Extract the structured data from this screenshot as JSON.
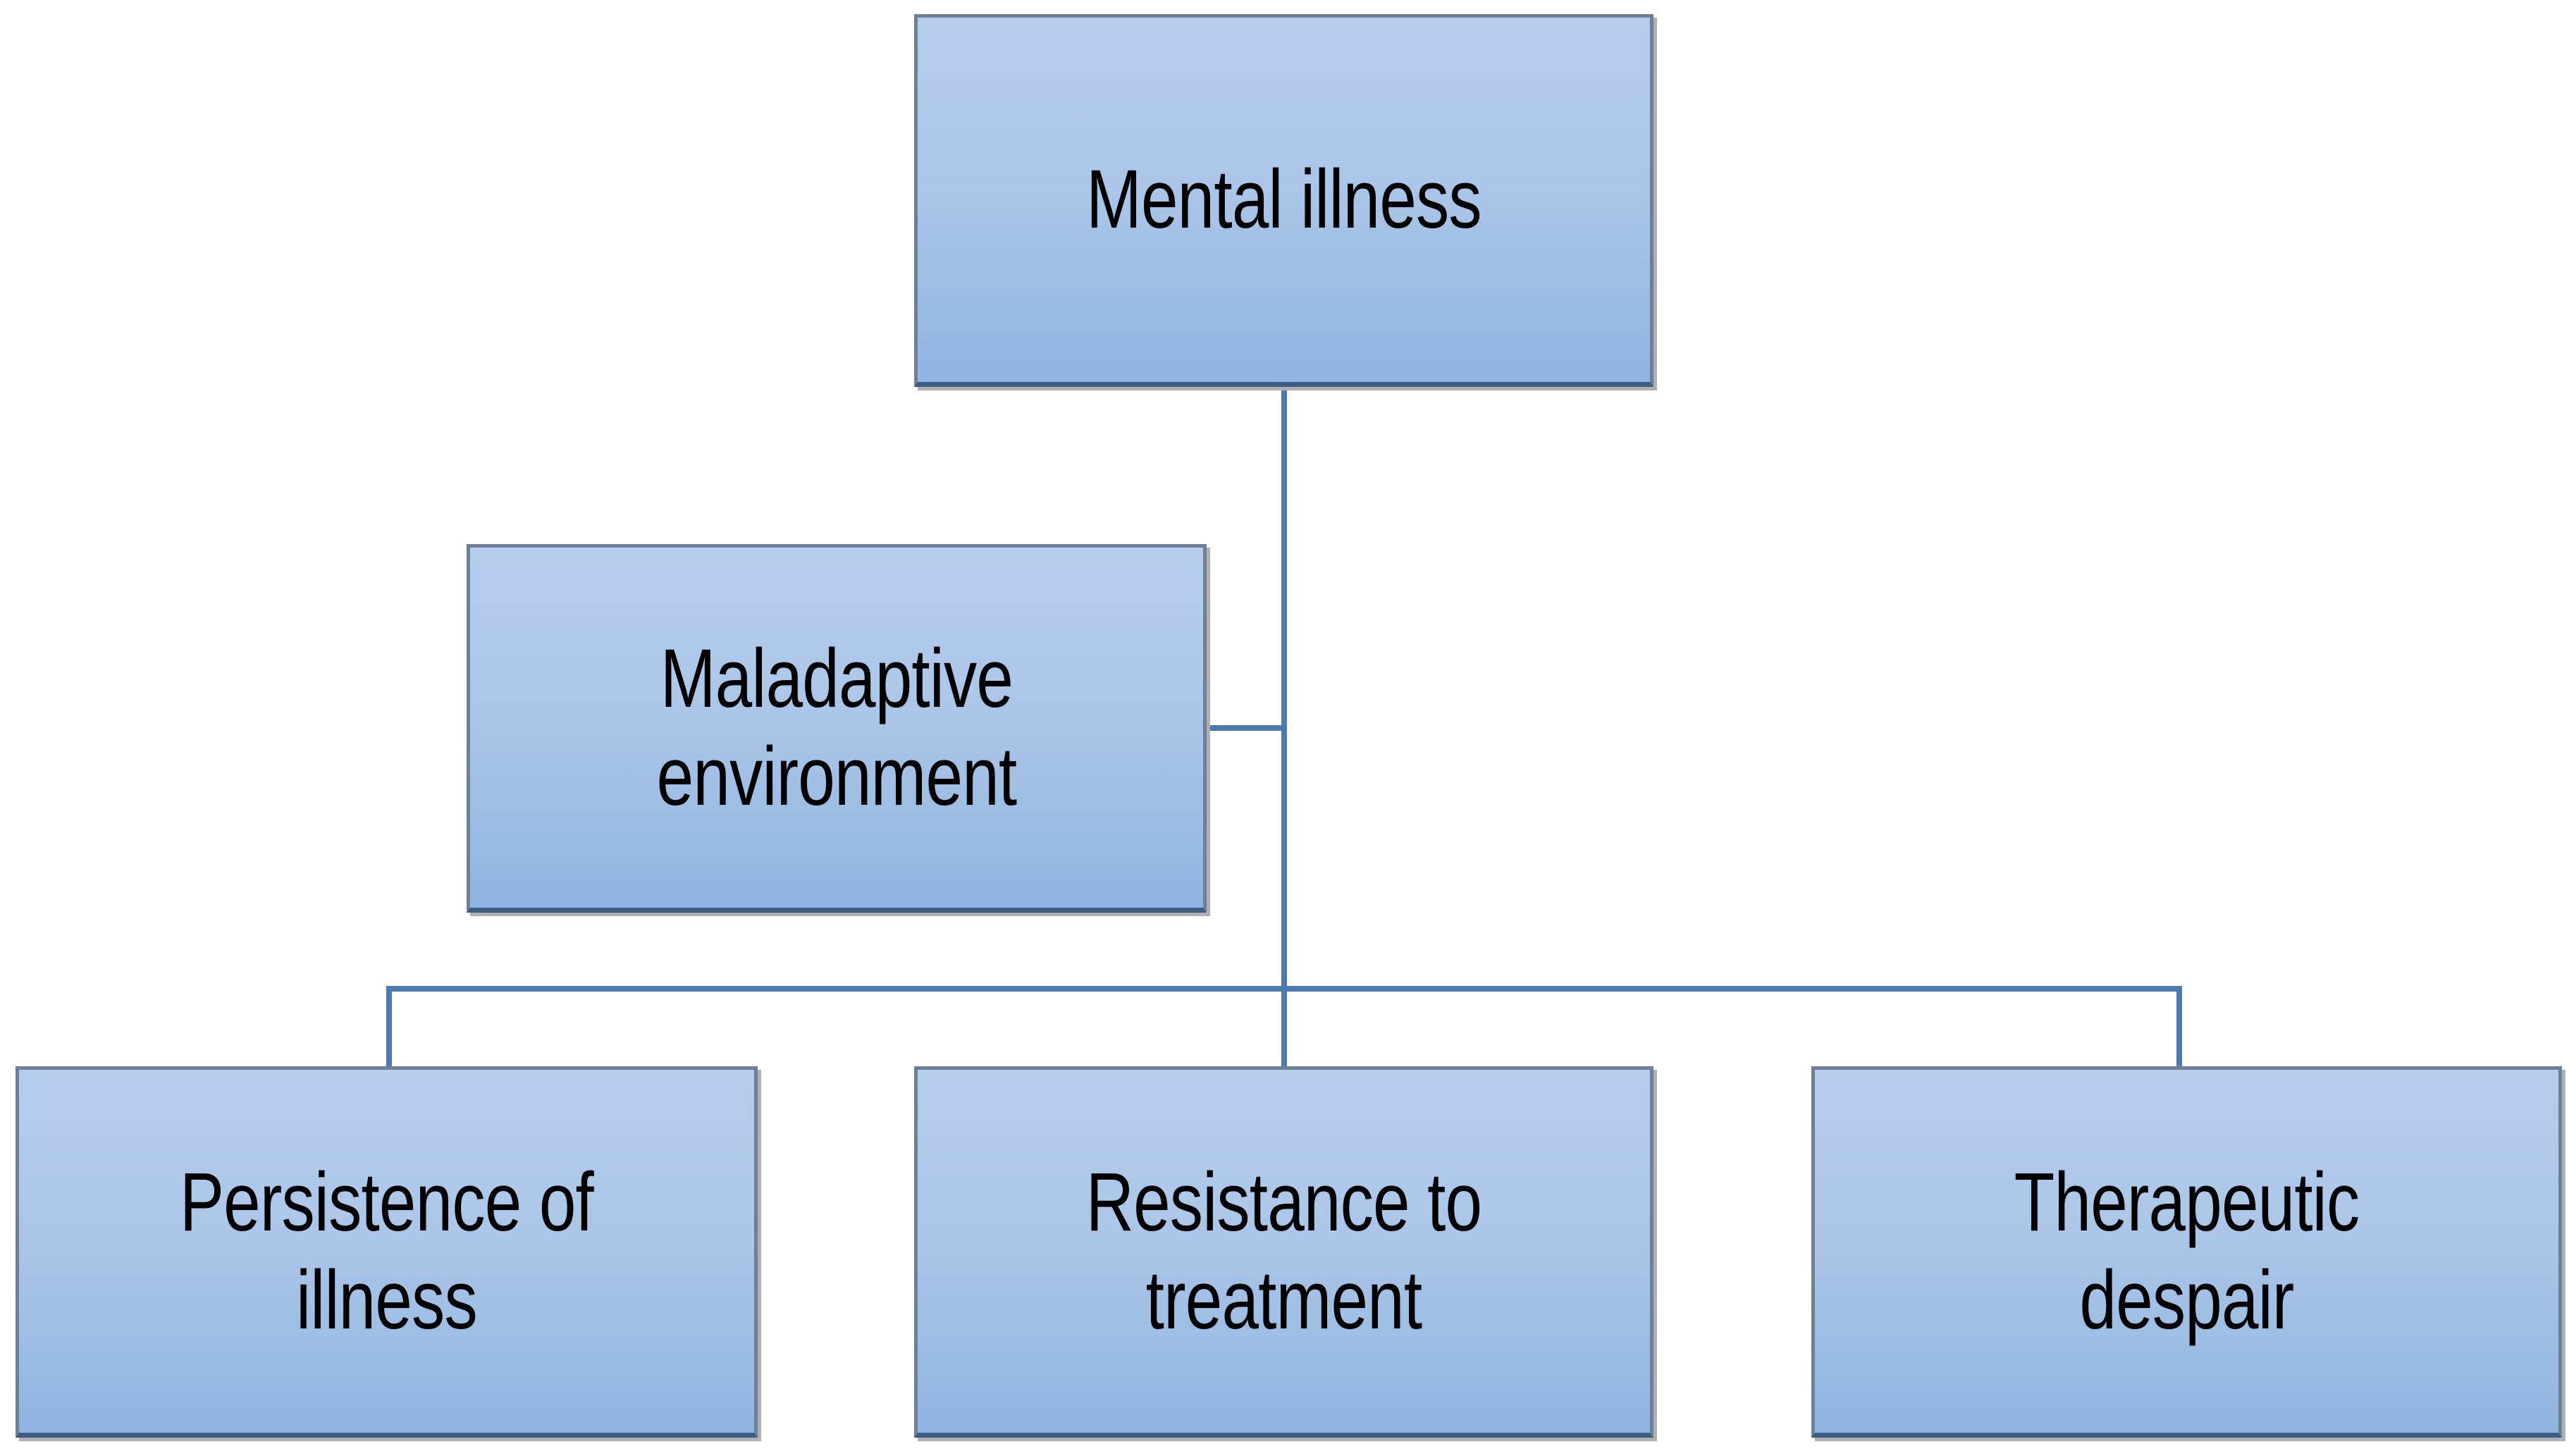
{
  "diagram": {
    "type": "hierarchy-flowchart",
    "title_text": "",
    "colors": {
      "node_fill_top": "#b6ceec",
      "node_fill_bottom": "#8fb4e0",
      "node_border": "#6e8097",
      "node_border_bottom": "#3f5d82",
      "node_shadow": "#b0b0b0",
      "connector": "#4a7ab0",
      "label_text": "#000000",
      "background": "#ffffff"
    },
    "nodes": [
      {
        "id": "root",
        "label": "Mental illness"
      },
      {
        "id": "env",
        "label": "Maladaptive\nenvironment"
      },
      {
        "id": "persist",
        "label": "Persistence of\nillness"
      },
      {
        "id": "resist",
        "label": "Resistance to\ntreatment"
      },
      {
        "id": "despair",
        "label": "Therapeutic\ndespair"
      }
    ],
    "connectors": [
      {
        "id": "root-trunk",
        "from": "root",
        "to": "bus",
        "orientation": "vertical"
      },
      {
        "id": "env-stub",
        "from": "env",
        "to": "trunk",
        "orientation": "horizontal"
      },
      {
        "id": "bus",
        "from": "trunk",
        "to": "children",
        "orientation": "horizontal"
      },
      {
        "id": "drop-left",
        "from": "bus",
        "to": "persist",
        "orientation": "vertical"
      },
      {
        "id": "drop-mid",
        "from": "bus",
        "to": "resist",
        "orientation": "vertical"
      },
      {
        "id": "drop-right",
        "from": "bus",
        "to": "despair",
        "orientation": "vertical"
      }
    ]
  }
}
